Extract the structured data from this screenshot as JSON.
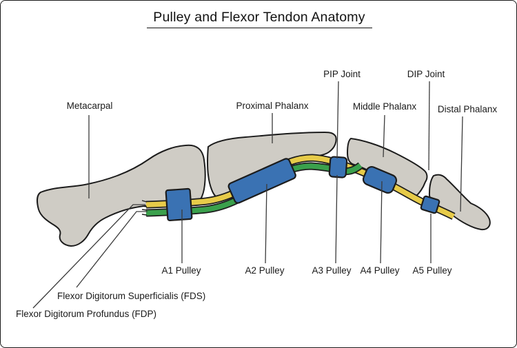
{
  "title": "Pulley and Flexor Tendon Anatomy",
  "labels": {
    "metacarpal": "Metacarpal",
    "proximal_phalanx": "Proximal Phalanx",
    "pip_joint": "PIP Joint",
    "dip_joint": "DIP Joint",
    "middle_phalanx": "Middle Phalanx",
    "distal_phalanx": "Distal Phalanx",
    "a1_pulley": "A1 Pulley",
    "a2_pulley": "A2 Pulley",
    "a3_pulley": "A3 Pulley",
    "a4_pulley": "A4 Pulley",
    "a5_pulley": "A5 Pulley",
    "fds": "Flexor Digitorum Superficialis (FDS)",
    "fdp": "Flexor Digitorum Profundus (FDP)"
  },
  "colors": {
    "background": "#ffffff",
    "bone_gray": "#cfccc5",
    "outline_black": "#1c1c1c",
    "pulley_blue": "#3a72b3",
    "fdp_yellow": "#e7cb49",
    "fds_green": "#3aa04c",
    "leader_line": "#3a3a3a",
    "text": "#1a1a1a"
  }
}
